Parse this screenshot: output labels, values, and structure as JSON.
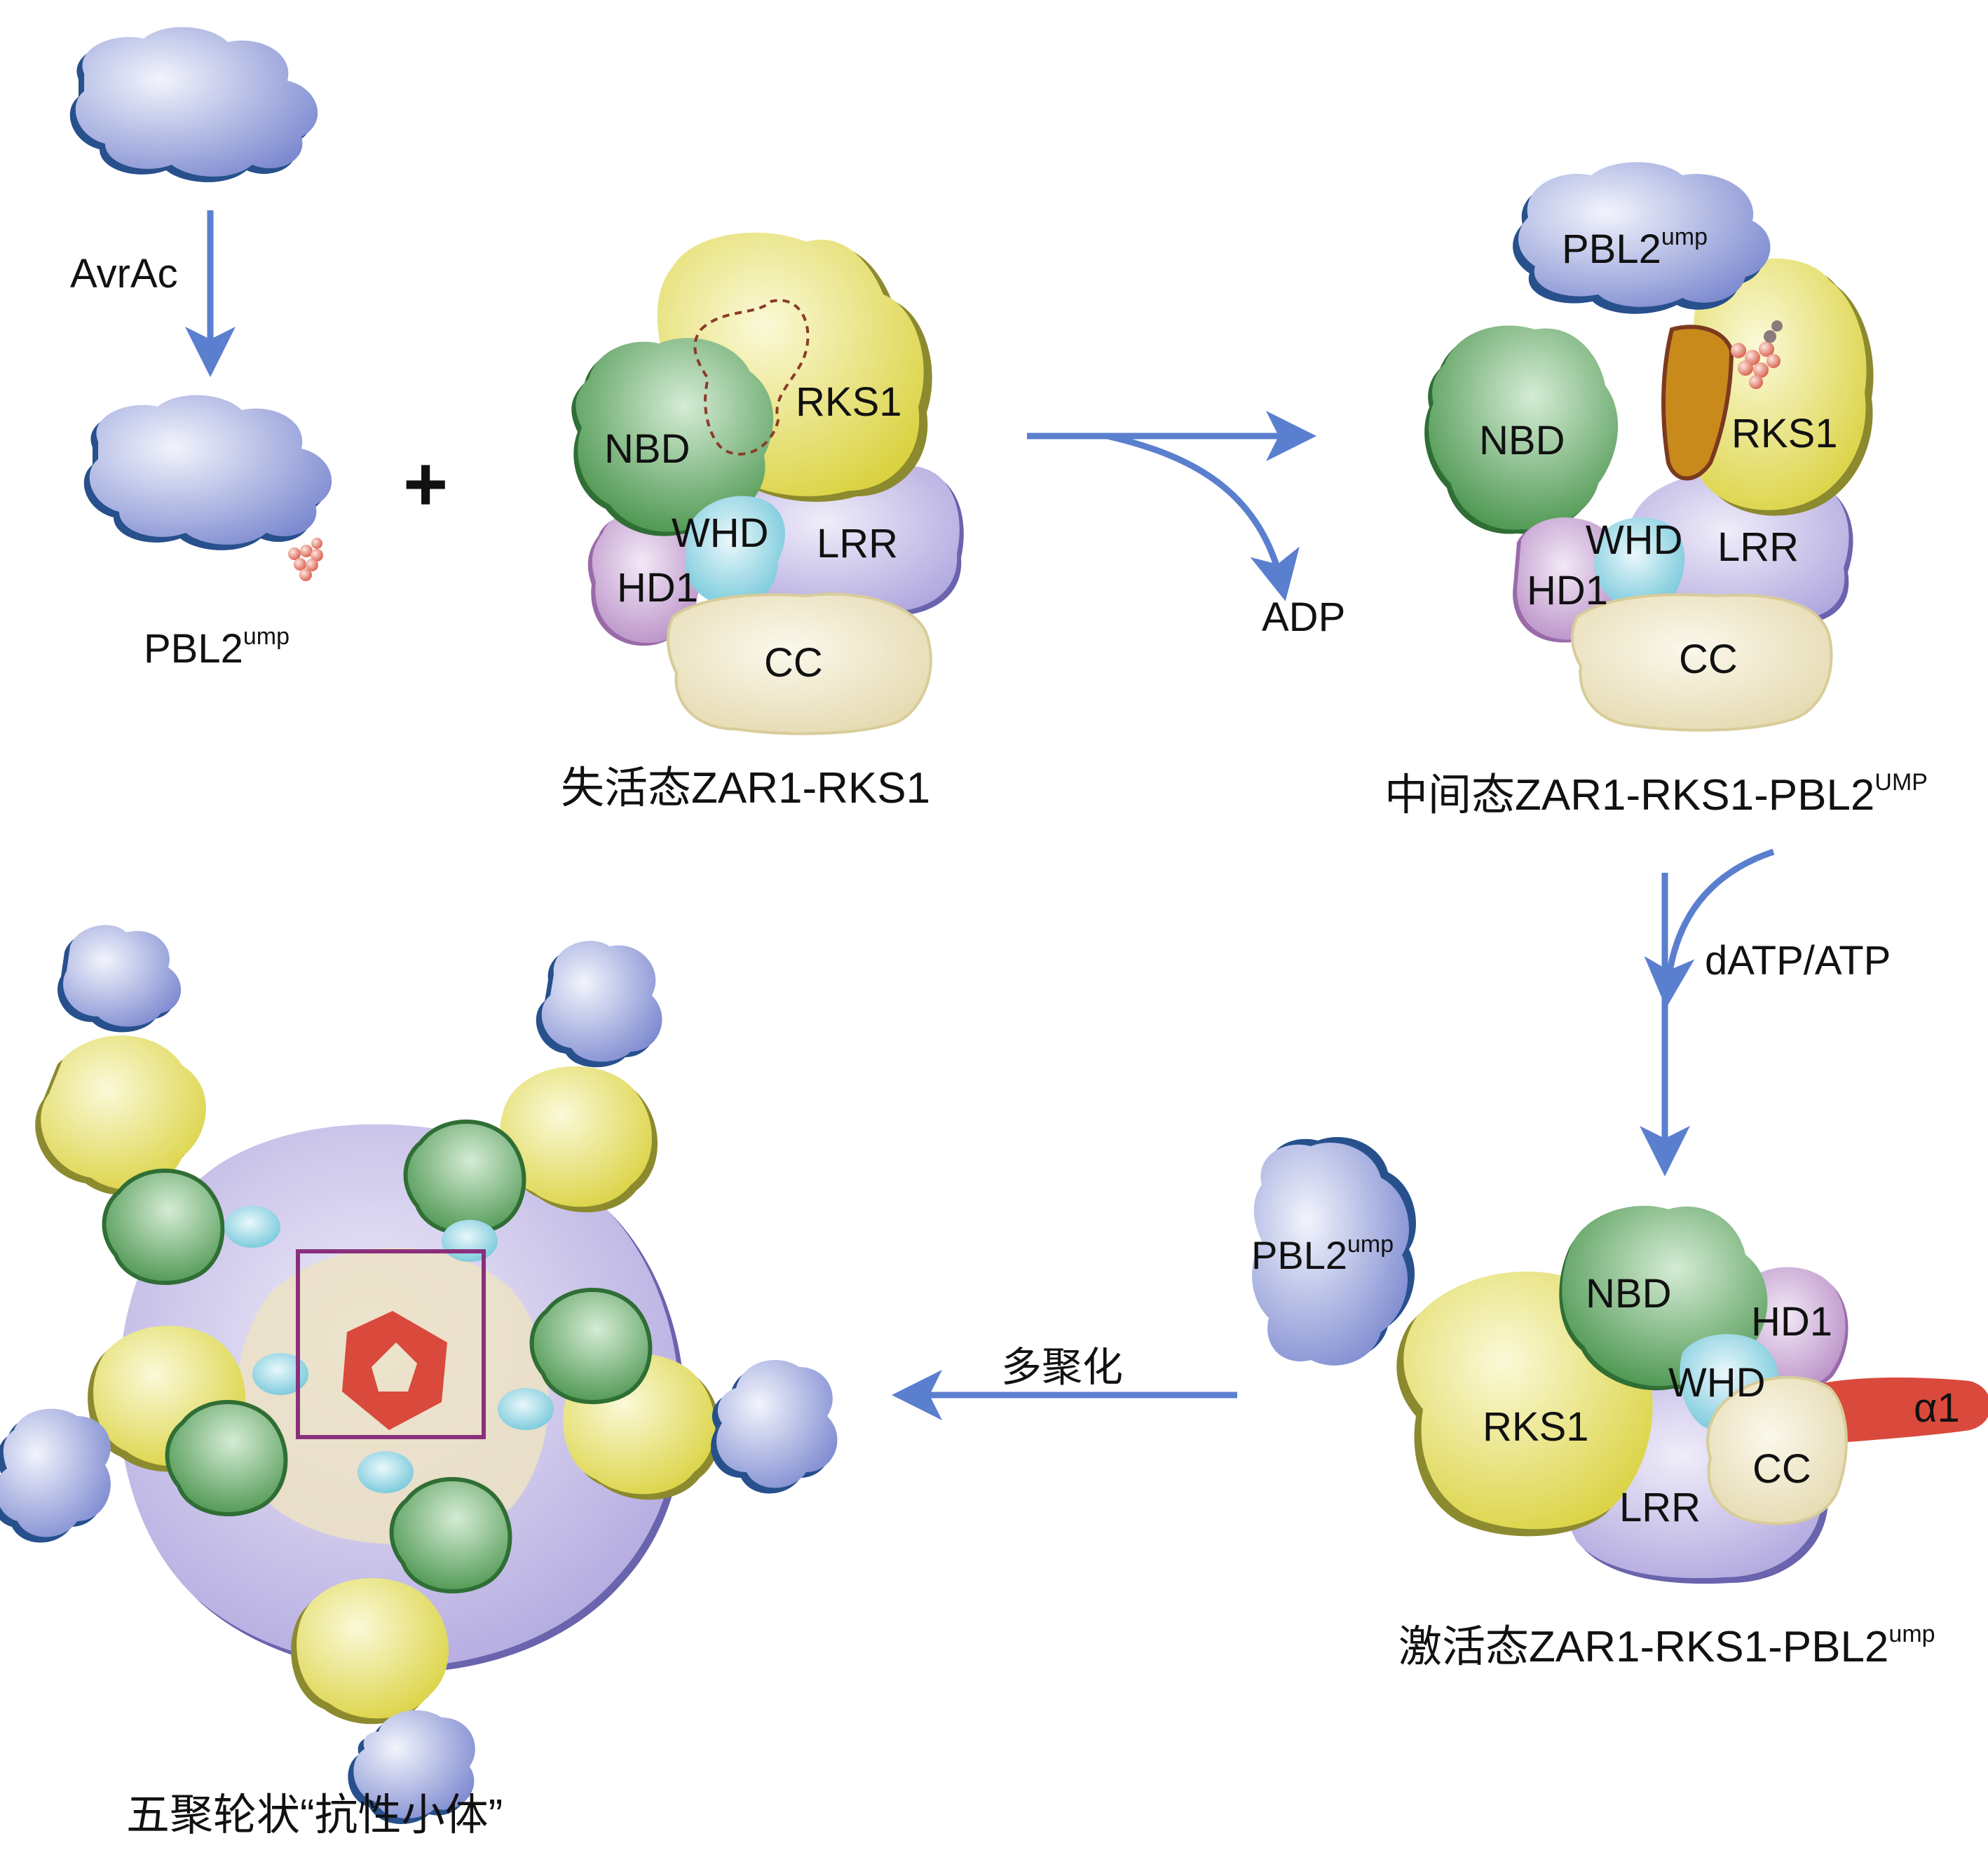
{
  "colors": {
    "pbl2_fill": "#a9b4e6",
    "pbl2_edge": "#27508c",
    "rks1": "#e6df55",
    "rks1_edge": "#8c8a2e",
    "nbd": "#58a65a",
    "whd": "#8fd3e3",
    "hd1": "#caa3d4",
    "lrr": "#c2b8e6",
    "lrr_edge": "#6a63ad",
    "cc": "#efe5bf",
    "alpha1": "#d94a3c",
    "arrow": "#5b7fcf",
    "box": "#8a2f7a",
    "uridylation": "#e67a6a"
  },
  "step1": {
    "arrow_label": "AvrAc",
    "product_label": "PBL2",
    "product_sup": "ump",
    "plus": "+"
  },
  "inactive": {
    "domains": {
      "rks1": "RKS1",
      "nbd": "NBD",
      "whd": "WHD",
      "lrr": "LRR",
      "hd1": "HD1",
      "cc": "CC"
    },
    "caption": "失活态ZAR1-RKS1"
  },
  "transition1": {
    "release_label": "ADP"
  },
  "intermediate": {
    "pbl2_label": "PBL2",
    "pbl2_sup": "ump",
    "domains": {
      "nbd": "NBD",
      "rks1": "RKS1",
      "whd": "WHD",
      "lrr": "LRR",
      "hd1": "HD1",
      "cc": "CC"
    },
    "caption": "中间态ZAR1-RKS1-PBL2",
    "caption_sup": "UMP"
  },
  "transition2": {
    "label": "dATP/ATP"
  },
  "active": {
    "pbl2_label": "PBL2",
    "pbl2_sup": "ump",
    "domains": {
      "nbd": "NBD",
      "hd1": "HD1",
      "whd": "WHD",
      "rks1": "RKS1",
      "cc": "CC",
      "lrr": "LRR",
      "alpha1": "α1"
    },
    "caption": "激活态ZAR1-RKS1-PBL2",
    "caption_sup": "ump"
  },
  "transition3": {
    "label": "多聚化"
  },
  "resistosome": {
    "caption": "五聚轮状“抗性小体”"
  }
}
